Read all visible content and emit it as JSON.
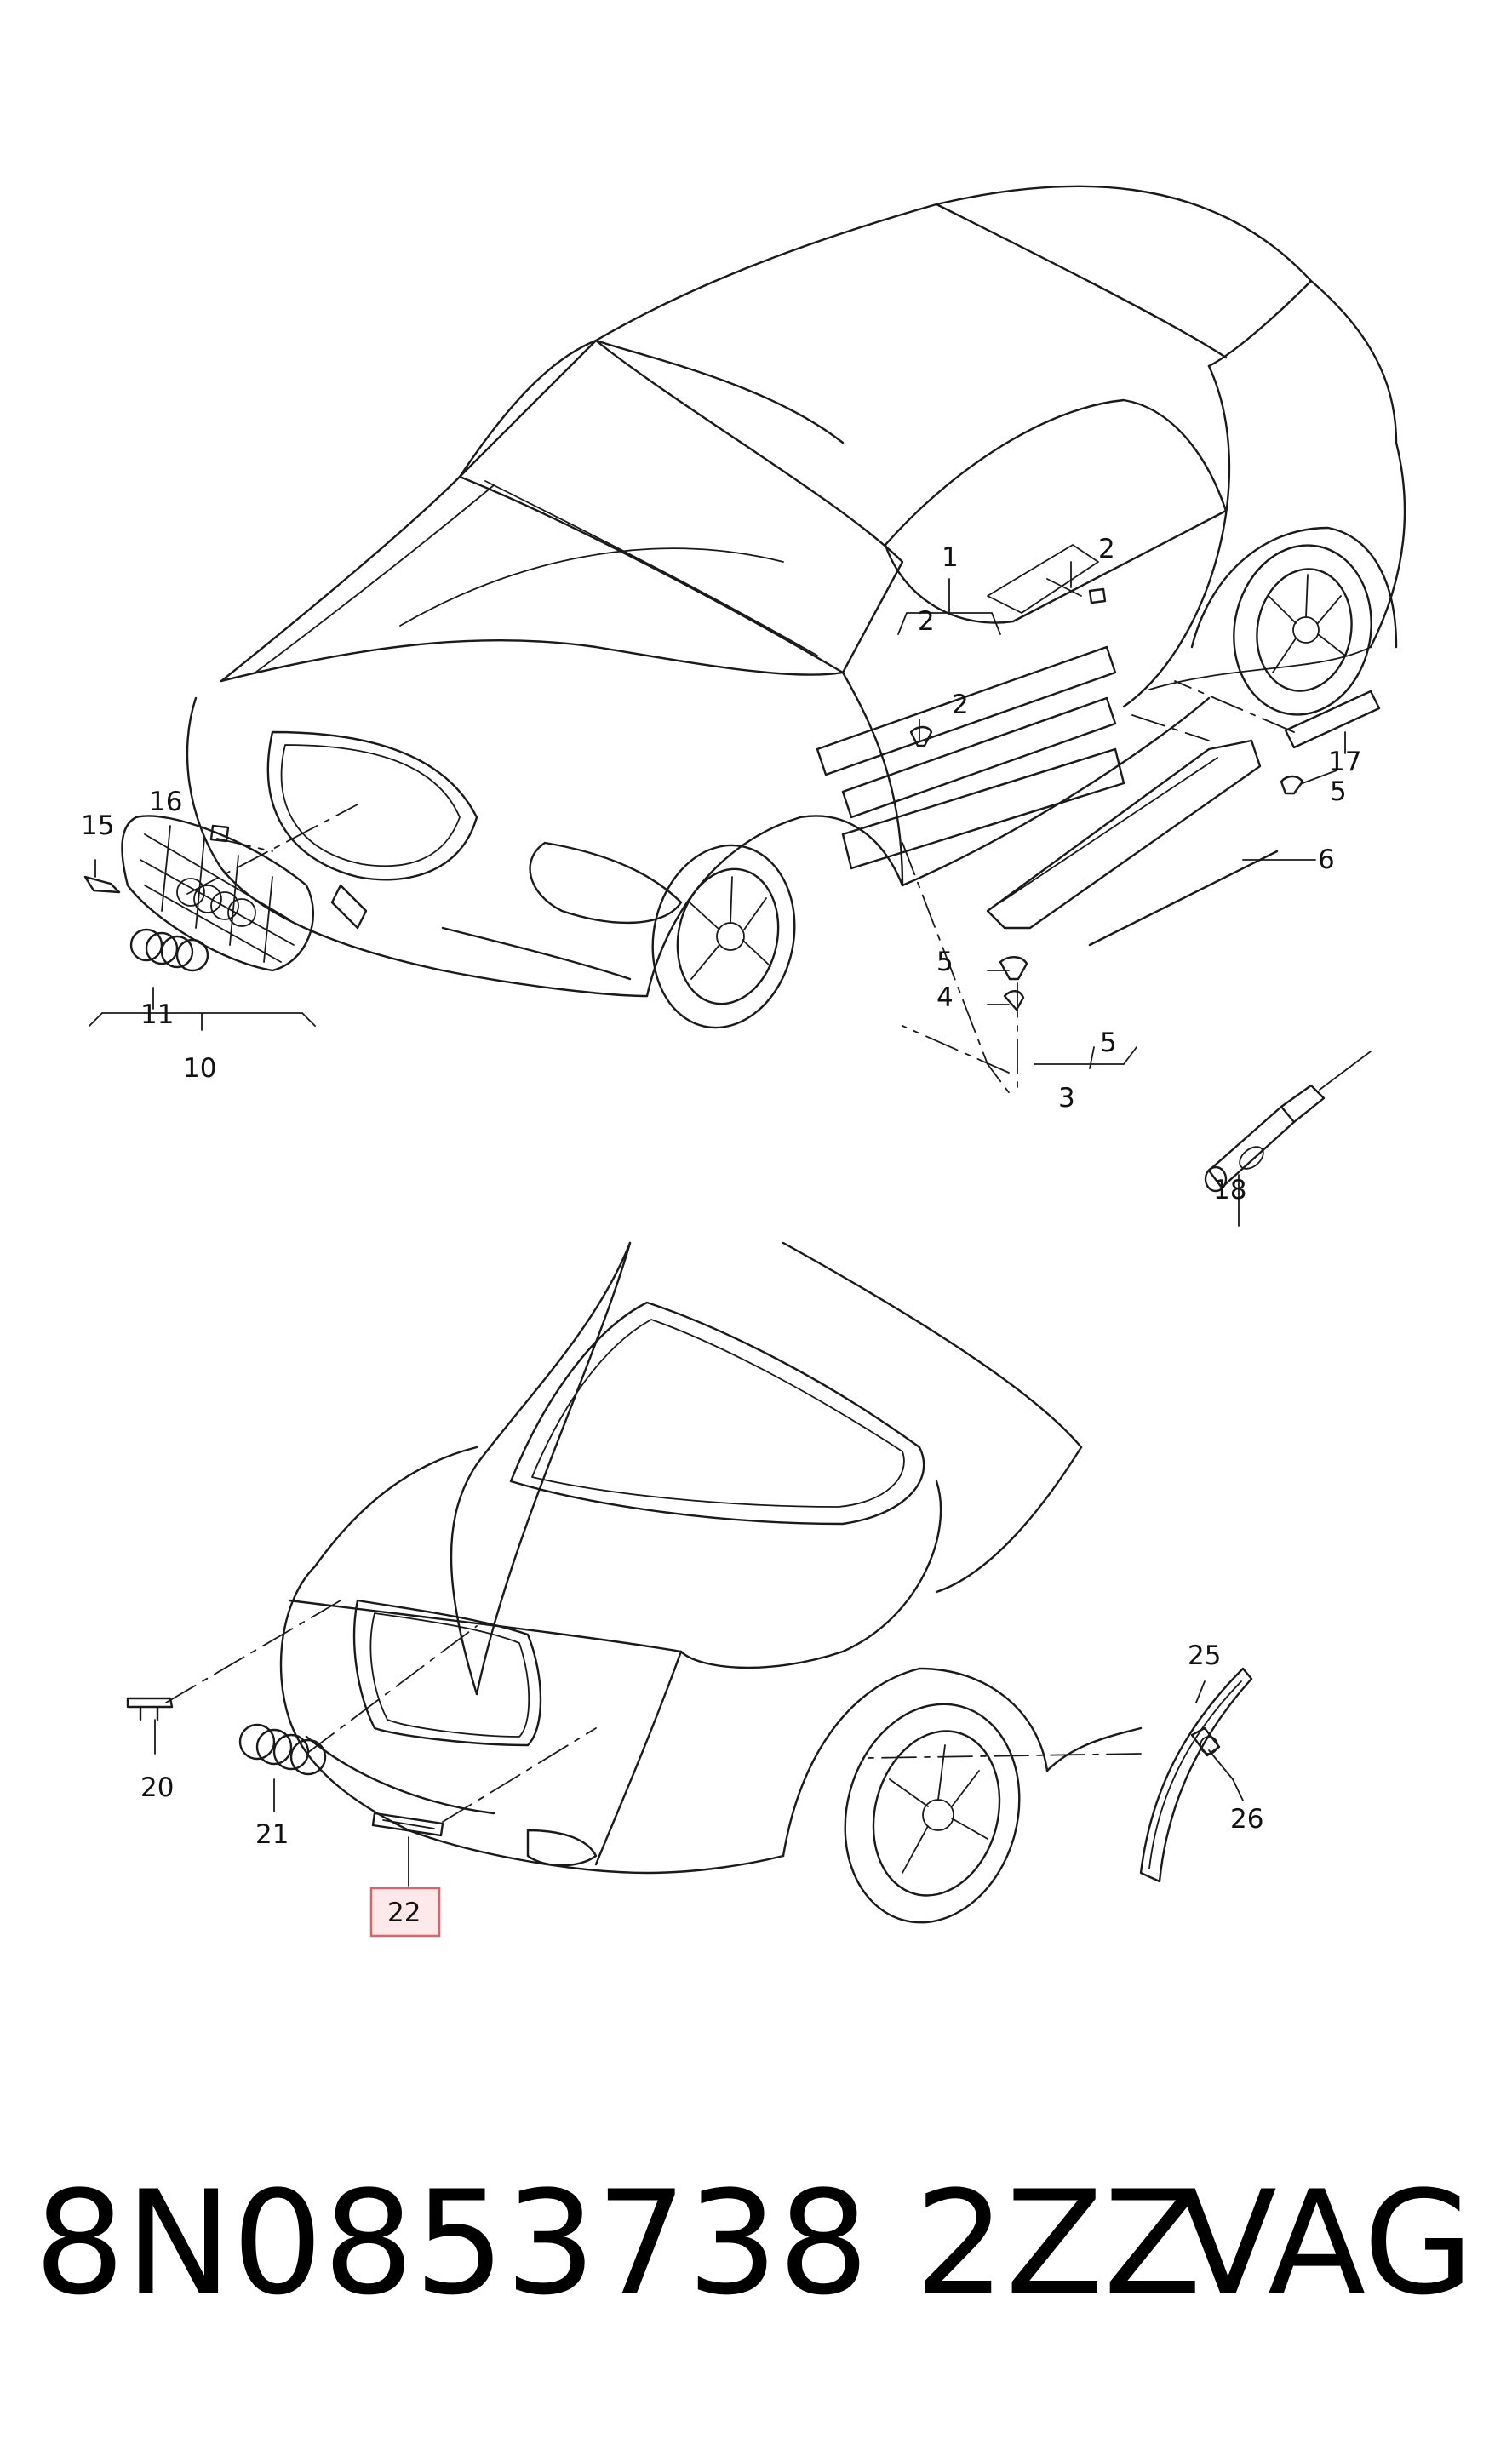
{
  "callouts": {
    "c1": "1",
    "c2a": "2",
    "c2b": "2",
    "c2c": "2",
    "c3": "3",
    "c4": "4",
    "c5a": "5",
    "c5b": "5",
    "c5c": "5",
    "c6": "6",
    "c10": "10",
    "c11": "11",
    "c15": "15",
    "c16": "16",
    "c17": "17",
    "c18": "18",
    "c20": "20",
    "c21": "21",
    "c22": "22",
    "c25": "25",
    "c26": "26"
  },
  "highlight": {
    "callout": "22",
    "color": "#e0606a",
    "fill": "#fde9ea"
  },
  "footer": {
    "part_number": "8N0853738 2ZZ",
    "brand": "VAG"
  }
}
